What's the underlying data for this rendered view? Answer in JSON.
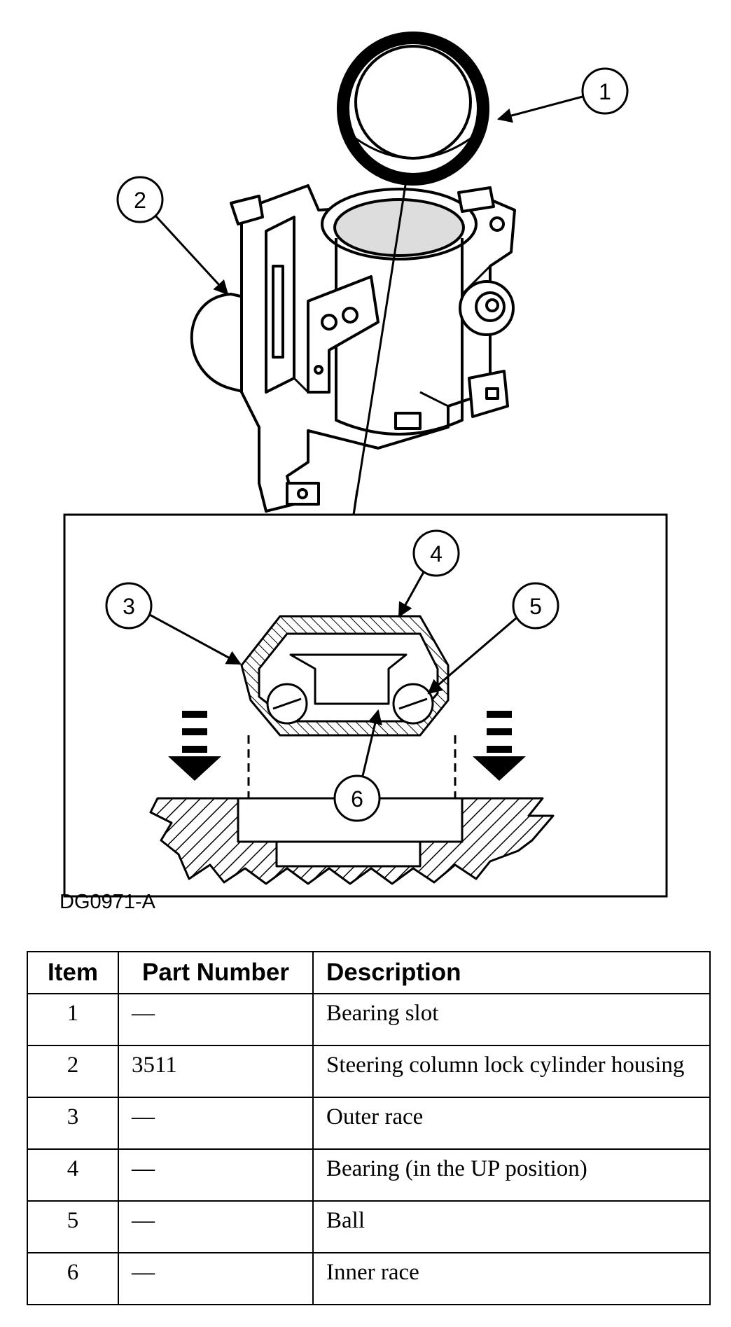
{
  "figure": {
    "id": "DG0971-A",
    "callouts": [
      "1",
      "2",
      "3",
      "4",
      "5",
      "6"
    ]
  },
  "table": {
    "headers": {
      "item": "Item",
      "part": "Part Number",
      "desc": "Description"
    },
    "rows": [
      {
        "item": "1",
        "part": "—",
        "desc": "Bearing slot"
      },
      {
        "item": "2",
        "part": "3511",
        "desc": "Steering column lock cylinder housing"
      },
      {
        "item": "3",
        "part": "—",
        "desc": "Outer race"
      },
      {
        "item": "4",
        "part": "—",
        "desc": "Bearing (in the UP position)"
      },
      {
        "item": "5",
        "part": "—",
        "desc": "Ball"
      },
      {
        "item": "6",
        "part": "—",
        "desc": "Inner race"
      }
    ]
  }
}
